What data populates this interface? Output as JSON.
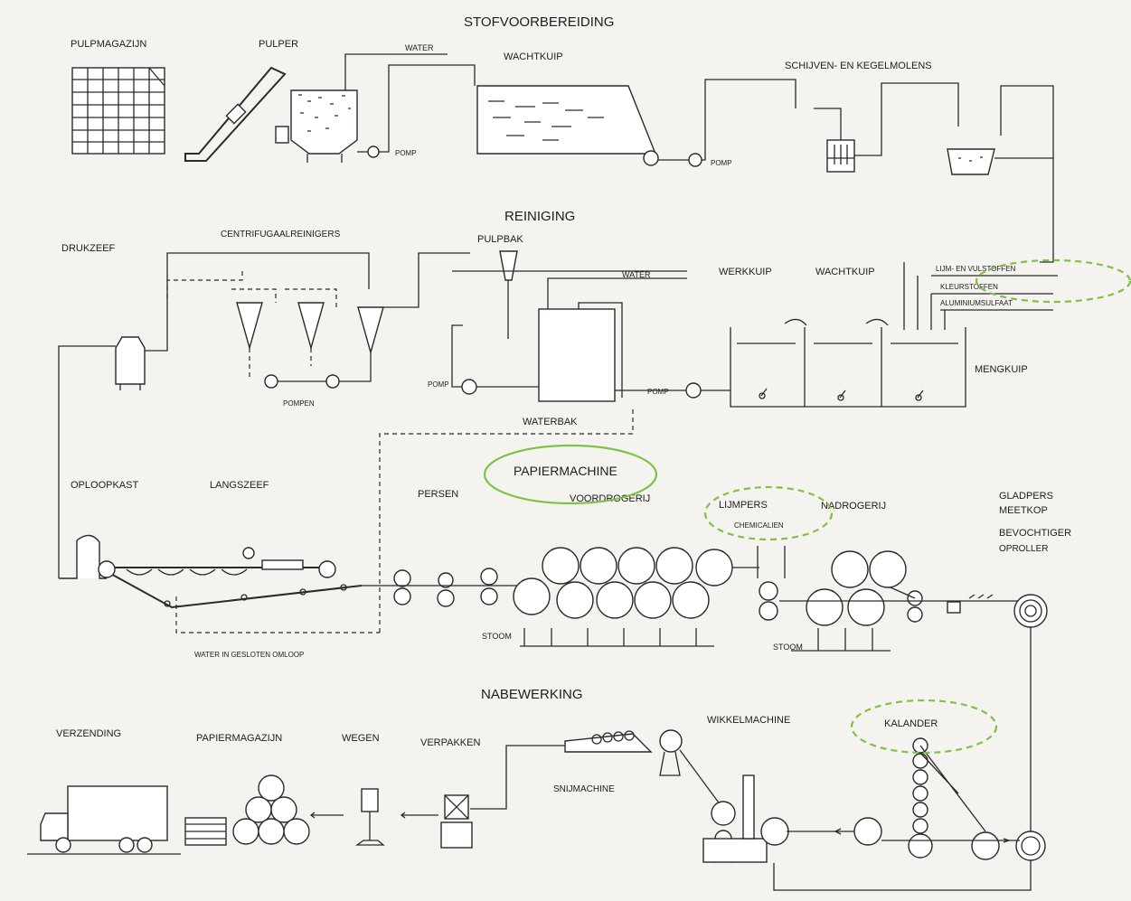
{
  "sections": {
    "stofvoorbereiding": "STOFVOORBEREIDING",
    "reiniging": "REINIGING",
    "papiermachine": "PAPIERMACHINE",
    "nabewerking": "NABEWERKING"
  },
  "labels": {
    "pulpmagazijn": "PULPMAGAZIJN",
    "pulper": "PULPER",
    "water_top": "WATER",
    "wachtkuip_top": "WACHTKUIP",
    "pomp_1": "POMP",
    "pomp_2": "POMP",
    "schijven": "SCHIJVEN- EN KEGELMOLENS",
    "drukzeef": "DRUKZEEF",
    "centrifugaal": "CENTRIFUGAALREINIGERS",
    "pulpbak": "PULPBAK",
    "water_mid": "WATER",
    "werkkuip": "WERKKUIP",
    "wachtkuip_mid": "WACHTKUIP",
    "lijmstoffen": "LIJM- EN VULSTOFFEN",
    "kleurstoffen": "KLEURSTOFFEN",
    "aluminiumsulfaat": "ALUMINIUMSULFAAT",
    "mengkuip": "MENGKUIP",
    "pomp_3": "POMP",
    "pomp_4": "POMP",
    "pompen": "POMPEN",
    "waterbak": "WATERBAK",
    "oploopkast": "OPLOOPKAST",
    "langszeef": "LANGSZEEF",
    "persen": "PERSEN",
    "voordrogerij": "VOORDROGERIJ",
    "lijmpers": "LIJMPERS",
    "nadrogerij": "NADROGERIJ",
    "chemicalien": "CHEMICALIEN",
    "gladpers": "GLADPERS",
    "meetkop": "MEETKOP",
    "bevochtiger": "BEVOCHTIGER",
    "oproller": "OPROLLER",
    "stoom_1": "STOOM",
    "stoom_2": "STOOM",
    "water_gesloten": "WATER IN GESLOTEN OMLOOP",
    "verzending": "VERZENDING",
    "papiermagazijn": "PAPIERMAGAZIJN",
    "wegen": "WEGEN",
    "verpakken": "VERPAKKEN",
    "snijmachine": "SNIJMACHINE",
    "wikkelmachine": "WIKKELMACHINE",
    "kalander": "KALANDER"
  },
  "colors": {
    "ink": "#2a2a2a",
    "highlight": "#7ec245",
    "paper": "#f4f3ef"
  }
}
